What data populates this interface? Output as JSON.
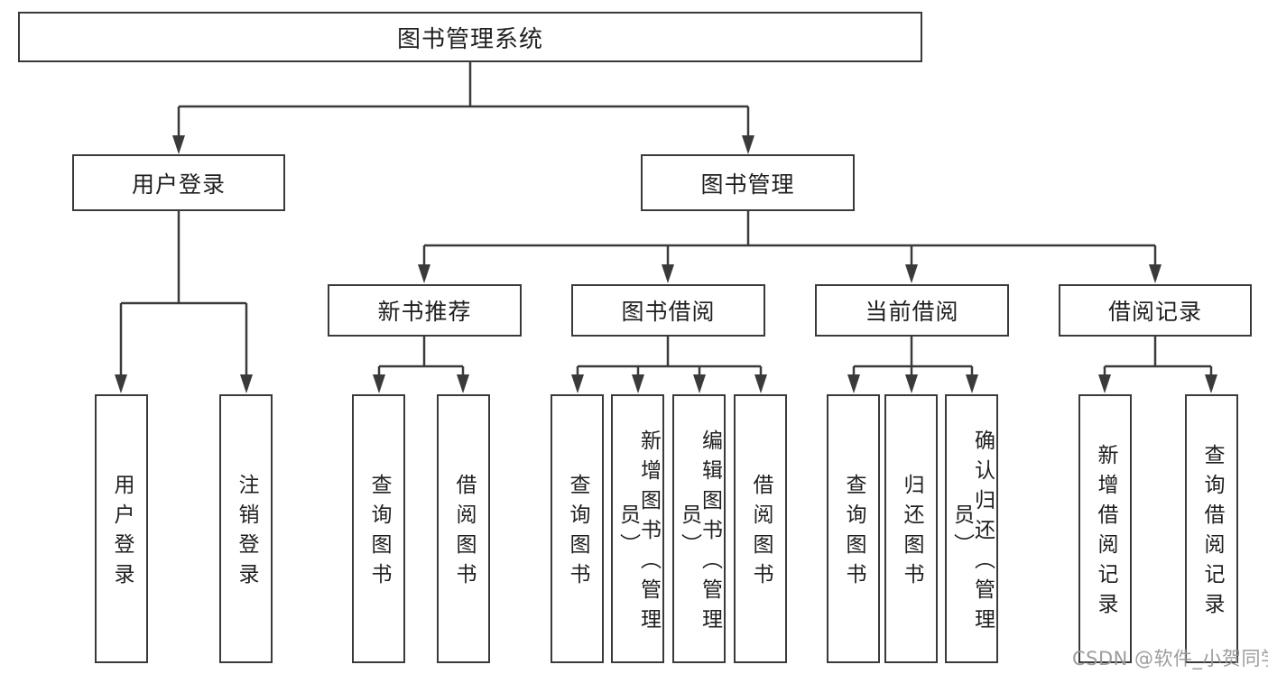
{
  "diagram": {
    "root": {
      "label": "图书管理系统"
    },
    "level2": [
      {
        "id": "user-login",
        "label": "用户登录"
      },
      {
        "id": "book-management",
        "label": "图书管理"
      }
    ],
    "level3": [
      {
        "id": "new-book-recommend",
        "label": "新书推荐"
      },
      {
        "id": "book-borrowing",
        "label": "图书借阅"
      },
      {
        "id": "current-borrowing",
        "label": "当前借阅"
      },
      {
        "id": "borrowing-records",
        "label": "借阅记录"
      }
    ],
    "leaves": [
      {
        "id": "user-login-leaf",
        "label": "用户登录"
      },
      {
        "id": "logout-login",
        "label": "注销登录"
      },
      {
        "id": "query-books-newrec",
        "label": "查询图书"
      },
      {
        "id": "borrow-books-newrec",
        "label": "借阅图书"
      },
      {
        "id": "query-books-borrow",
        "label": "查询图书"
      },
      {
        "id": "add-books-admin",
        "label": "新增图书（管理员）"
      },
      {
        "id": "edit-books-admin",
        "label": "编辑图书（管理员）"
      },
      {
        "id": "borrow-books-borrow",
        "label": "借阅图书"
      },
      {
        "id": "query-books-current",
        "label": "查询图书"
      },
      {
        "id": "return-books",
        "label": "归还图书"
      },
      {
        "id": "confirm-return-admin",
        "label": "确认归还（管理员）"
      },
      {
        "id": "add-borrow-record",
        "label": "新增借阅记录"
      },
      {
        "id": "query-borrow-record",
        "label": "查询借阅记录"
      }
    ],
    "watermark": "CSDN @软件_小贺同学",
    "colors": {
      "line": "#3a3a3a",
      "text": "#1f1f1f",
      "watermark": "#989898",
      "background": "#ffffff"
    }
  }
}
